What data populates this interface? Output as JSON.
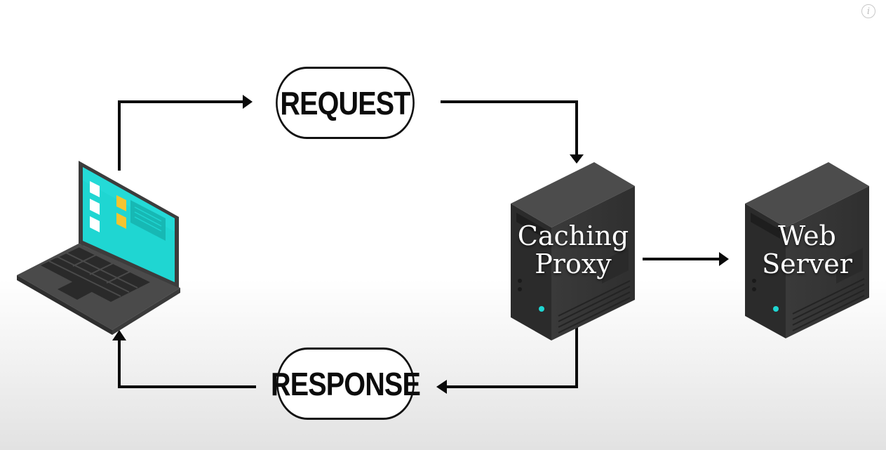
{
  "diagram": {
    "request_label": "REQUEST",
    "response_label": "RESPONSE",
    "proxy_label_line1": "Caching",
    "proxy_label_line2": "Proxy",
    "web_server_label_line1": "Web",
    "web_server_label_line2": "Server"
  },
  "info_button": {
    "glyph": "i"
  },
  "colors": {
    "screen": "#1fd6d2",
    "server_body": "#3b3b3b",
    "arrow": "#0a0a0a",
    "folder": "#f4c430"
  },
  "icons": [
    "laptop-icon",
    "caching-proxy-server-icon",
    "web-server-icon",
    "info-icon"
  ]
}
